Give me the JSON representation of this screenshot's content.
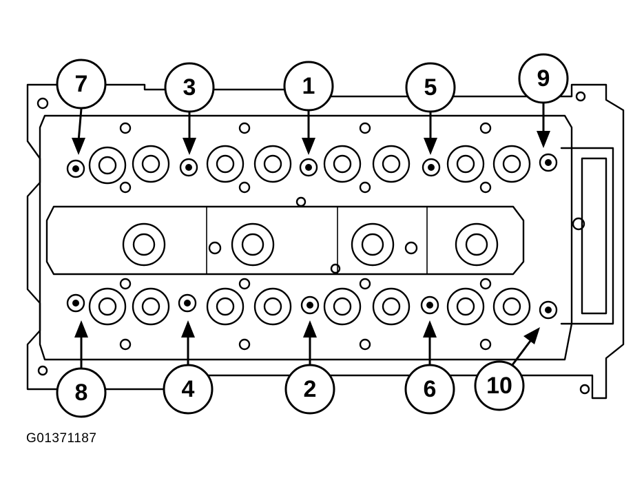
{
  "figure_id": "G01371187",
  "bolt_callouts": [
    {
      "label": "7",
      "row": "top",
      "bolt": 1
    },
    {
      "label": "3",
      "row": "top",
      "bolt": 2
    },
    {
      "label": "1",
      "row": "top",
      "bolt": 3
    },
    {
      "label": "5",
      "row": "top",
      "bolt": 4
    },
    {
      "label": "9",
      "row": "top",
      "bolt": 5
    },
    {
      "label": "8",
      "row": "bottom",
      "bolt": 1
    },
    {
      "label": "4",
      "row": "bottom",
      "bolt": 2
    },
    {
      "label": "2",
      "row": "bottom",
      "bolt": 3
    },
    {
      "label": "6",
      "row": "bottom",
      "bolt": 4
    },
    {
      "label": "10",
      "row": "bottom",
      "bolt": 5
    }
  ],
  "colors": {
    "line": "#000000",
    "background": "#ffffff"
  }
}
